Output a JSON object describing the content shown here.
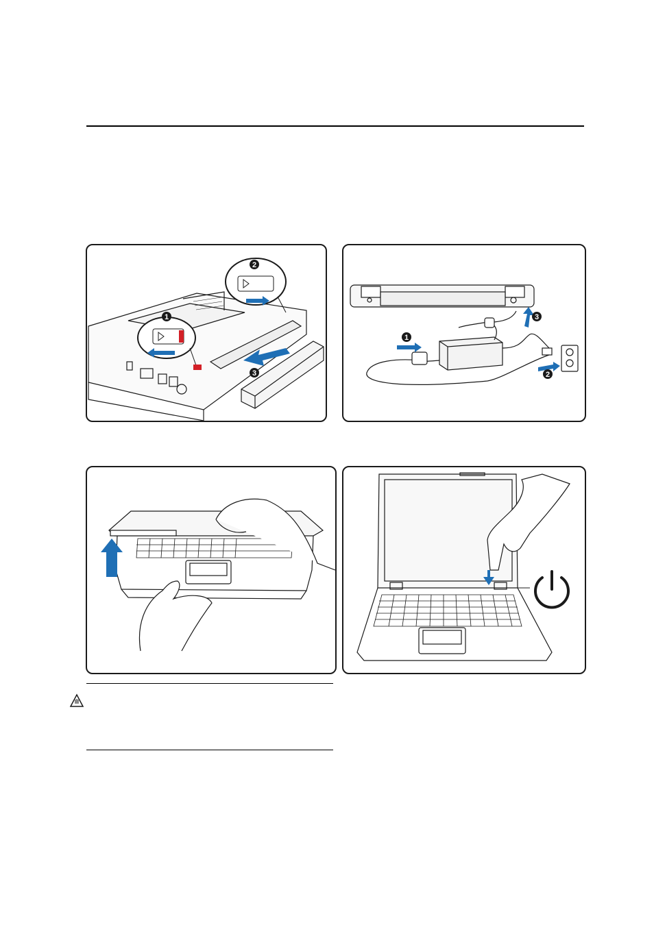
{
  "page": {
    "header_rule": true
  },
  "panels": [
    {
      "id": "install-battery",
      "steps": [
        "1",
        "2",
        "3"
      ]
    },
    {
      "id": "connect-ac-adapter",
      "steps": [
        "1",
        "2",
        "3"
      ]
    },
    {
      "id": "open-display-panel"
    },
    {
      "id": "turn-on-power"
    }
  ],
  "notice": {
    "icon": "warning-hand-icon"
  },
  "colors": {
    "accent": "#1f6fb5",
    "latch": "#d32027",
    "line": "#1a1a1a"
  }
}
